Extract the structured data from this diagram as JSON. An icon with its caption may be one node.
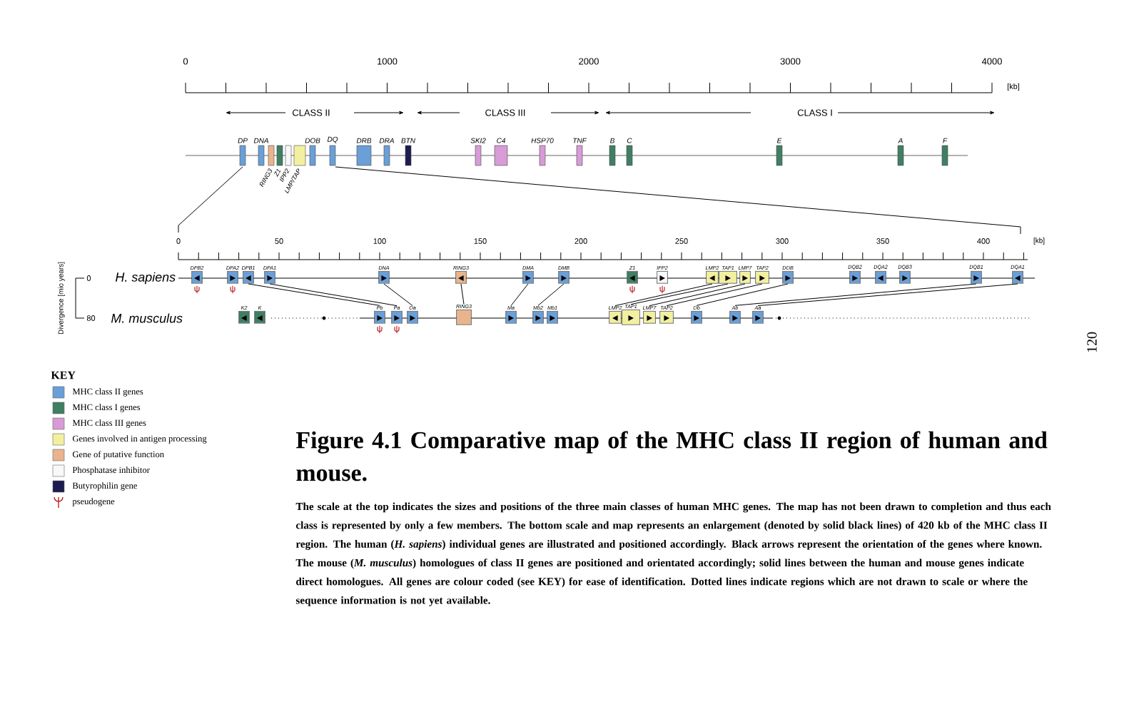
{
  "diagram": {
    "title": "Figure 4.1 Comparative map of the MHC class II region of human and mouse.",
    "caption": "The scale at the top indicates the sizes and positions of the three main classes of human MHC genes. The map has not been drawn to completion and thus each class is represented by only a few members. The bottom scale and map represents an enlargement (denoted by solid black lines) of 420 kb of the MHC class II region. The human (*H. sapiens*) individual genes are illustrated and positioned accordingly. Black arrows represent the orientation of the genes where known. The mouse (*M. musculus*) homologues of class II genes are positioned and orientated accordingly; solid lines between the human and mouse genes indicate direct homologues. All genes are colour coded (see KEY) for ease of identification. Dotted lines indicate regions which are not drawn to scale or where the sequence information is not yet available.",
    "nodes": [
      {
        "text": [
          "DP"
        ]
      },
      {
        "text": [
          "DNA"
        ]
      },
      {
        "text": [
          "RING3"
        ]
      },
      {
        "text": [
          "Z1"
        ]
      },
      {
        "text": [
          "IPP2"
        ]
      },
      {
        "text": [
          "LMP/TAP"
        ]
      },
      {
        "text": [
          "DOB"
        ]
      },
      {
        "text": [
          "DQ"
        ]
      },
      {
        "text": [
          "DRB"
        ]
      },
      {
        "text": [
          "DRA"
        ]
      },
      {
        "text": [
          "BTN"
        ]
      },
      {
        "text": [
          "SKI2"
        ]
      },
      {
        "text": [
          "C4"
        ]
      },
      {
        "text": [
          "HSP70"
        ]
      },
      {
        "text": [
          "TNF"
        ]
      },
      {
        "text": [
          "B"
        ]
      },
      {
        "text": [
          "C"
        ]
      },
      {
        "text": [
          "E"
        ]
      },
      {
        "text": [
          "A"
        ]
      },
      {
        "text": [
          "F"
        ]
      },
      {
        "text": [
          "DPB2"
        ],
        "beside": [
          "ψ"
        ]
      },
      {
        "text": [
          "DPA2"
        ],
        "beside": [
          "ψ"
        ]
      },
      {
        "text": [
          "DPB1"
        ]
      },
      {
        "text": [
          "DPA1"
        ]
      },
      {
        "text": [
          "DNA"
        ]
      },
      {
        "text": [
          "RING3"
        ]
      },
      {
        "text": [
          "DMA"
        ]
      },
      {
        "text": [
          "DMB"
        ]
      },
      {
        "text": [
          "Z1"
        ],
        "beside": [
          "ψ"
        ]
      },
      {
        "text": [
          "IPP2"
        ],
        "beside": [
          "ψ"
        ]
      },
      {
        "text": [
          "LMP2"
        ]
      },
      {
        "text": [
          "TAP1"
        ]
      },
      {
        "text": [
          "LMP7"
        ]
      },
      {
        "text": [
          "TAP2"
        ]
      },
      {
        "text": [
          "DOB"
        ]
      },
      {
        "text": [
          "DQB2"
        ]
      },
      {
        "text": [
          "DQA2"
        ]
      },
      {
        "text": [
          "DQB3"
        ]
      },
      {
        "text": [
          "DQB1"
        ]
      },
      {
        "text": [
          "DQA1"
        ]
      },
      {
        "text": [
          "K2"
        ]
      },
      {
        "text": [
          "K"
        ]
      },
      {
        "text": [
          "Pb"
        ],
        "beside": [
          "ψ"
        ]
      },
      {
        "text": [
          "Pa"
        ],
        "beside": [
          "ψ"
        ]
      },
      {
        "text": [
          "Oa"
        ]
      },
      {
        "text": [
          "RING3"
        ]
      },
      {
        "text": [
          "Ma"
        ]
      },
      {
        "text": [
          "Mb2"
        ]
      },
      {
        "text": [
          "Mb1"
        ]
      },
      {
        "text": [
          "LMP2"
        ]
      },
      {
        "text": [
          "TAP1"
        ]
      },
      {
        "text": [
          "LMP7"
        ]
      },
      {
        "text": [
          "TAP2"
        ]
      },
      {
        "text": [
          "Ob"
        ]
      },
      {
        "text": [
          "Ab"
        ]
      },
      {
        "text": [
          "Aa"
        ]
      }
    ],
    "edges": [
      {
        "from": 22,
        "to": 42,
        "arrow": "none"
      },
      {
        "from": 23,
        "to": 43,
        "arrow": "none"
      },
      {
        "from": 24,
        "to": 44,
        "arrow": "none"
      },
      {
        "from": 25,
        "to": 45,
        "arrow": "none"
      },
      {
        "from": 26,
        "to": 46,
        "arrow": "none"
      },
      {
        "from": 27,
        "to": 47,
        "arrow": "none"
      },
      {
        "from": 30,
        "to": 49,
        "arrow": "none"
      },
      {
        "from": 31,
        "to": 50,
        "arrow": "none"
      },
      {
        "from": 32,
        "to": 51,
        "arrow": "none"
      },
      {
        "from": 33,
        "to": 52,
        "arrow": "none"
      },
      {
        "from": 34,
        "to": 53,
        "arrow": "none"
      },
      {
        "from": 38,
        "to": 54,
        "arrow": "none"
      },
      {
        "from": 39,
        "to": 55,
        "arrow": "none"
      }
    ],
    "labels": [
      "0",
      "1000",
      "2000",
      "3000",
      "4000",
      "[kb]",
      "CLASS II",
      "CLASS III",
      "CLASS I",
      "0",
      "50",
      "100",
      "150",
      "200",
      "250",
      "300",
      "350",
      "400",
      "[kb]",
      "Divergence [mio years]",
      "0",
      "80",
      "H. sapiens",
      "M. musculus",
      "KEY",
      "120"
    ],
    "legend": [
      {
        "text": "MHC class II genes",
        "color": "#6a9fd8"
      },
      {
        "text": "MHC class I genes",
        "color": "#3f7f64"
      },
      {
        "text": "MHC class III genes",
        "color": "#d79bd6"
      },
      {
        "text": "Genes involved in antigen processing",
        "color": "#f2f0a0"
      },
      {
        "text": "Gene of putative function",
        "color": "#e9b48c"
      },
      {
        "text": "Phosphatase inhibitor",
        "color": "#f8f8f8"
      },
      {
        "text": "Butyrophilin gene",
        "color": "#1c1c50"
      },
      {
        "text": "pseudogene"
      }
    ]
  }
}
